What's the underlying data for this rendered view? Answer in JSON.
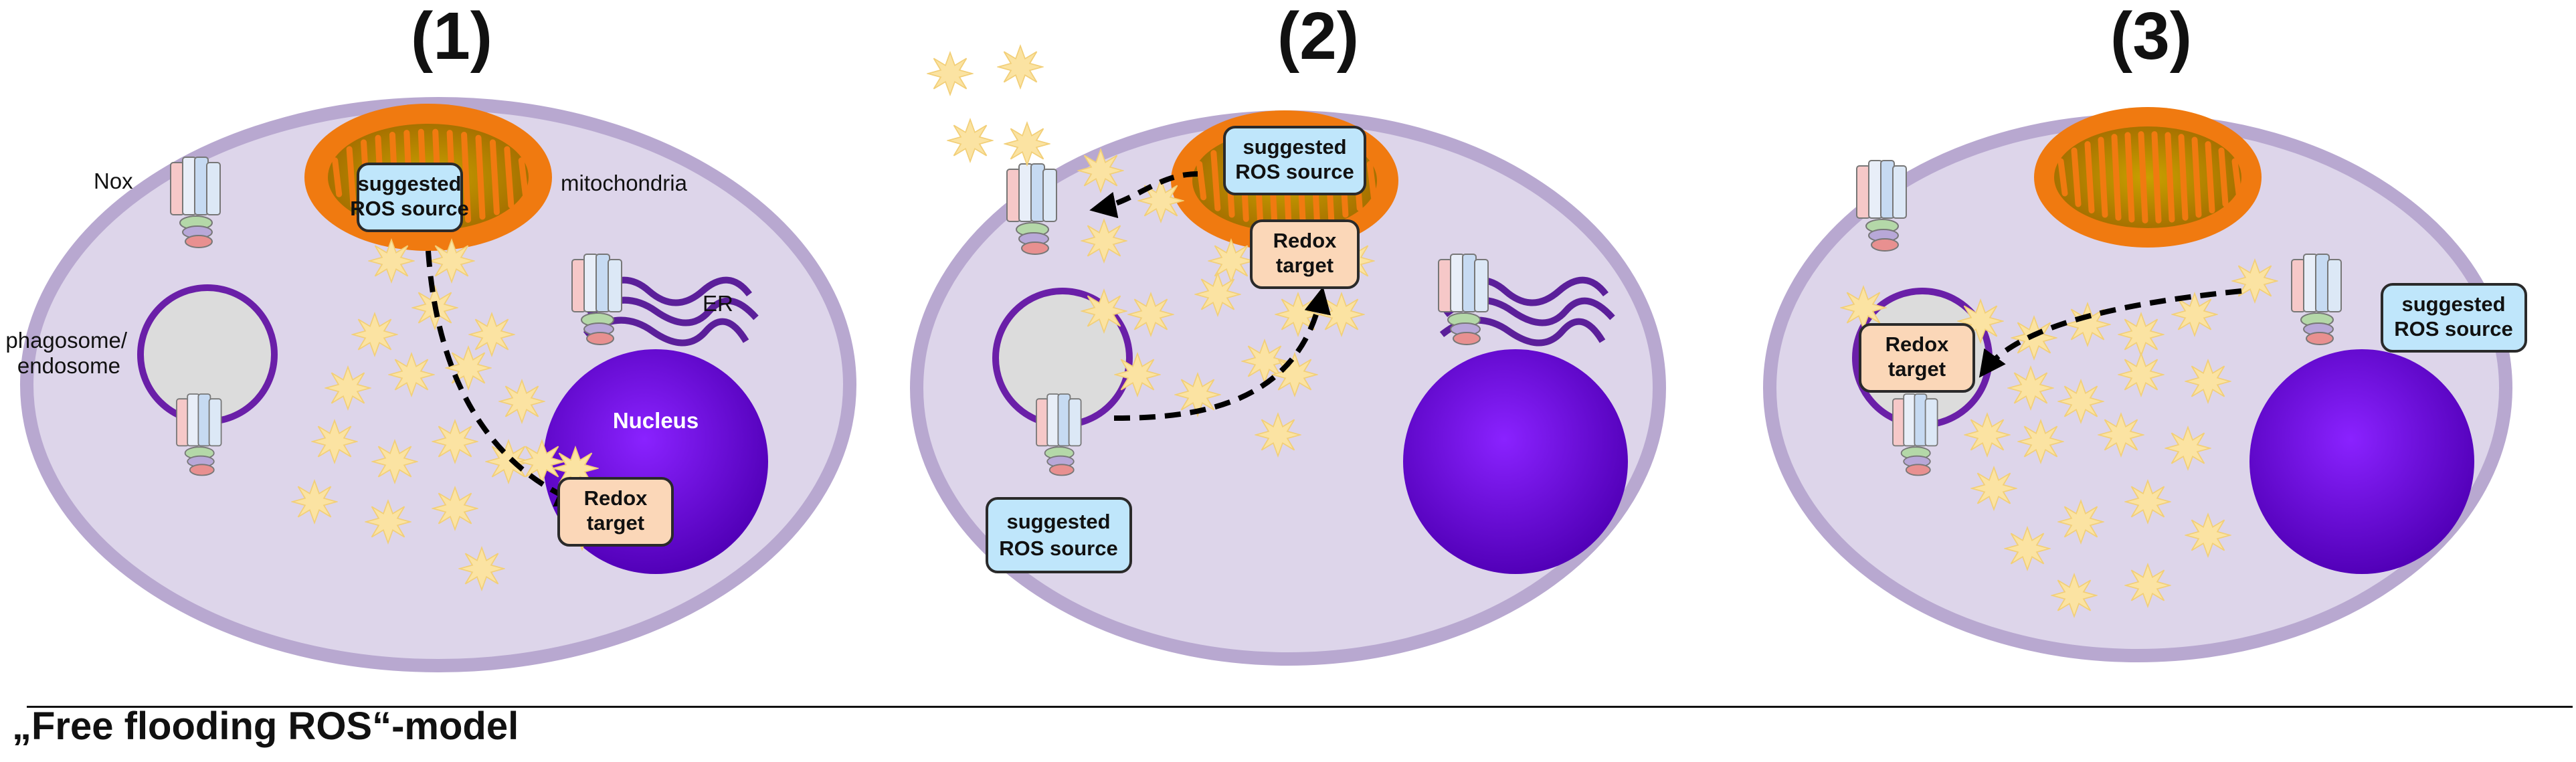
{
  "panels": [
    {
      "number": "(1)"
    },
    {
      "number": "(2)"
    },
    {
      "number": "(3)"
    }
  ],
  "labels": {
    "nox": "Nox",
    "mitochondria": "mitochondria",
    "phagosome_line1": "phagosome/",
    "phagosome_line2": "endosome",
    "er": "ER",
    "nucleus": "Nucleus"
  },
  "boxes": {
    "ros_line1": "suggested",
    "ros_line2": "ROS source",
    "redox_line1": "Redox",
    "redox_line2": "target"
  },
  "caption": "„Free flooding ROS“-model",
  "colors": {
    "cell_fill": "#ddd5ea",
    "cell_border": "#b8a8d0",
    "mito_outer": "#f07a10",
    "nucleus": "#6a00d8",
    "ros_star": "#fbe3a2",
    "ros_box": "#bfe6fb",
    "redox_box": "#fbd7b8",
    "membrane": "#5b1f9a"
  },
  "icons": [
    "nox-complex-icon",
    "ros-star-icon",
    "arrow-icon"
  ]
}
